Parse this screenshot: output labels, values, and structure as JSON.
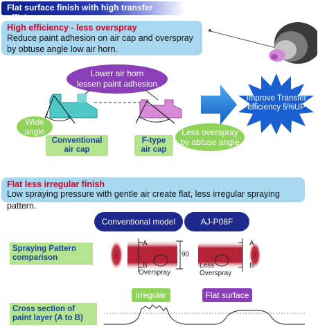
{
  "banner": {
    "title": "Flat surface finish with high transfer efficiency"
  },
  "section1": {
    "heading": "High efficiency - less overspray",
    "body_line1": "Reduce paint adhesion on air cap and overspray",
    "body_line2": "by obtuse angle low air horn."
  },
  "diagram1": {
    "callout_line1": "Lower air horn",
    "callout_line2": "lessen paint adhesion",
    "wide_angle_line1": "Wide",
    "wide_angle_line2": "angle",
    "less_overspray_line1": "Less overspray",
    "less_overspray_line2": "by abtuse angle",
    "conventional_line1": "Conventional",
    "conventional_line2": "air cap",
    "ftype_line1": "F-type",
    "ftype_line2": "air cap",
    "starburst_line1": "Improve Transfer",
    "starburst_line2": "efficiency 5%UP"
  },
  "section2": {
    "heading": "Flat less irregular finish",
    "body": "Low spraying pressure with gentle air create flat, less irregular spraying pattern."
  },
  "diagram2": {
    "conventional_model": "Conventional model",
    "aj_model": "AJ-P08F",
    "spraying_pattern_line1": "Spraying Pattern",
    "spraying_pattern_line2": "comparison",
    "cross_section_line1": "Cross section of",
    "cross_section_line2": "paint layer (A to B)",
    "marker_a": "A",
    "marker_b": "B",
    "dimension": "90",
    "overspray_left": "Overspray",
    "less_label": "Less",
    "overspray_right": "Overspray",
    "irregular_tag": "irregular",
    "flat_tag": "Flat surface"
  },
  "colors": {
    "banner": "#0b1f8f",
    "panel": "#a8d8f0",
    "heading_red": "#d8002a",
    "purple": "#8a3fb8",
    "green": "#8fd35a",
    "navy": "#1d2a8c",
    "arrow_blue": "#1e7fd9",
    "spray_red": "#b2182b"
  }
}
